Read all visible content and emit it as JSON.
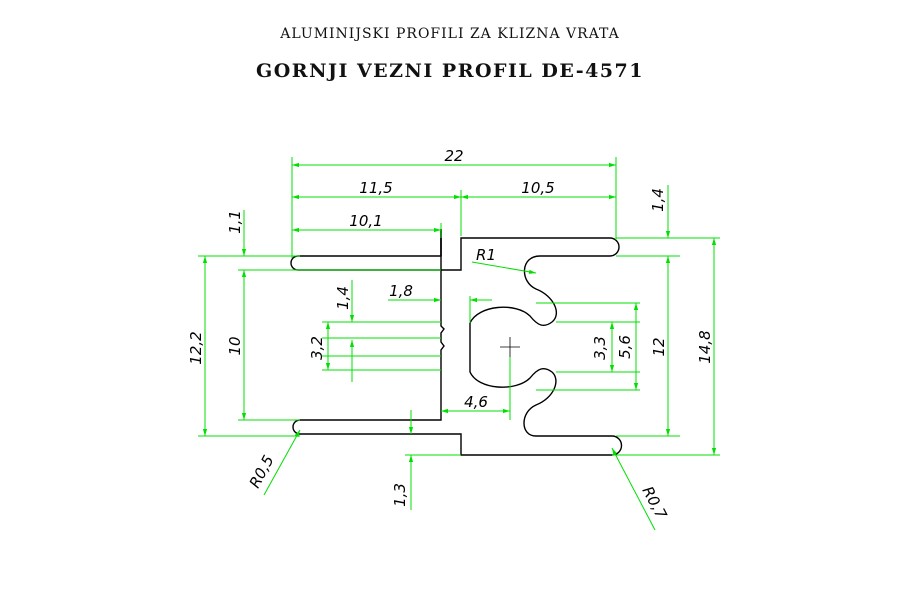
{
  "header": {
    "subtitle": "ALUMINIJSKI PROFILI ZA KLIZNA VRATA",
    "title": "GORNJI VEZNI PROFIL DE-4571"
  },
  "dimensions": {
    "overall_width": "22",
    "left_width": "11,5",
    "right_width": "10,5",
    "inner_width": "10,1",
    "top_gap": "1,1",
    "top_offset": "1,4",
    "slot_wall": "1,4",
    "slot_depth": "1,8",
    "slot_span": "3,2",
    "left_height": "12,2",
    "inner_height": "10",
    "radius_top": "R1",
    "bore_depth": "4,6",
    "bore_inner": "3,3",
    "bore_outer": "5,6",
    "right_inner_height": "12",
    "overall_height": "14,8",
    "radius_left": "R0,5",
    "bottom_step": "1,3",
    "radius_right": "R0,7"
  },
  "colors": {
    "dimension_lines": "#00e000",
    "outline": "#000000",
    "text": "#000000"
  }
}
